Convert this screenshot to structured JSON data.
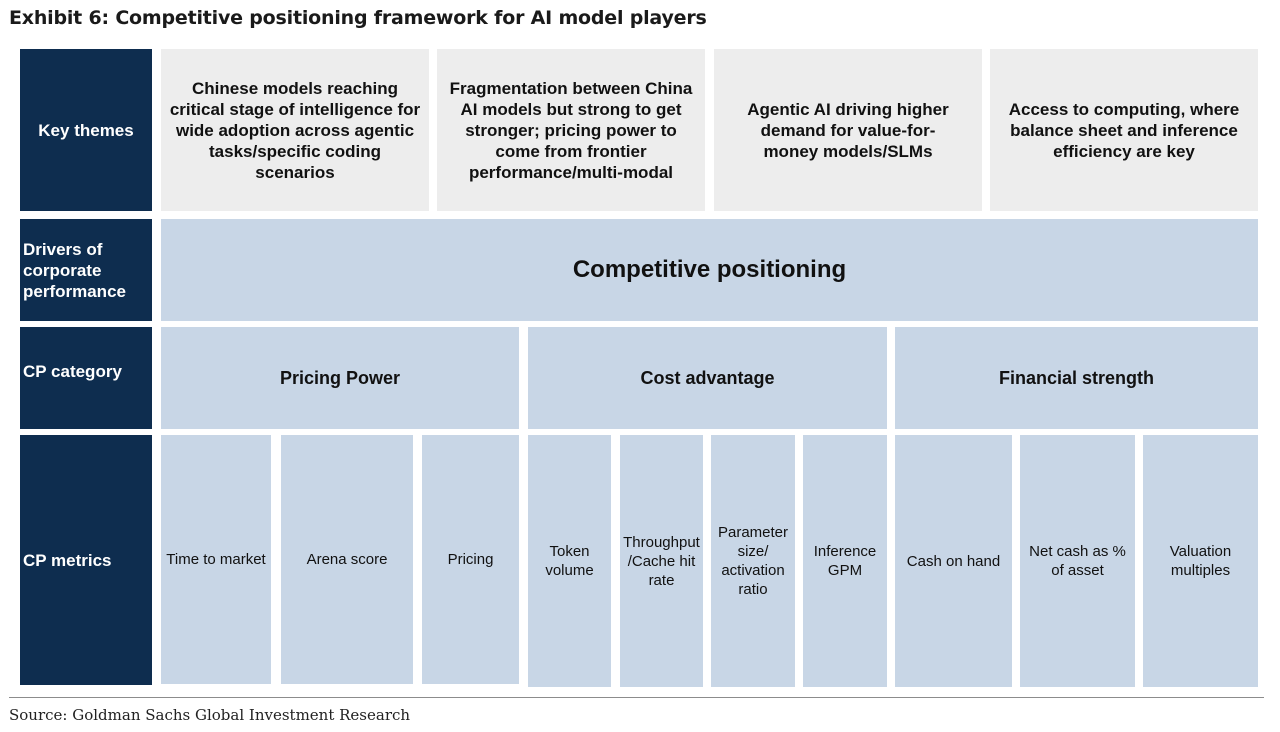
{
  "title": "Exhibit 6: Competitive positioning framework for AI model players",
  "row_labels": {
    "key_themes": "Key themes",
    "drivers": "Drivers of corporate performance",
    "cp_category": "CP category",
    "cp_metrics": "CP metrics"
  },
  "themes": [
    "Chinese models reaching critical stage of intelligence for wide adoption across agentic tasks/specific coding scenarios",
    "Fragmentation between China AI models but strong to get stronger; pricing power to come from frontier performance/multi-modal",
    "Agentic AI driving higher demand for value-for-money models/SLMs",
    "Access to computing, where balance sheet and inference efficiency are key"
  ],
  "driver": "Competitive positioning",
  "categories": [
    "Pricing Power",
    "Cost advantage",
    "Financial strength"
  ],
  "metrics": [
    "Time to market",
    "Arena score",
    "Pricing",
    "Token volume",
    "Throughput /Cache hit rate",
    "Parameter size/ activation ratio",
    "Inference GPM",
    "Cash on hand",
    "Net cash as % of asset",
    "Valuation multiples"
  ],
  "source": "Source: Goldman Sachs Global Investment Research",
  "colors": {
    "navy": "#0e2d4f",
    "light_blue": "#c8d6e6",
    "light_gray": "#ededed"
  }
}
